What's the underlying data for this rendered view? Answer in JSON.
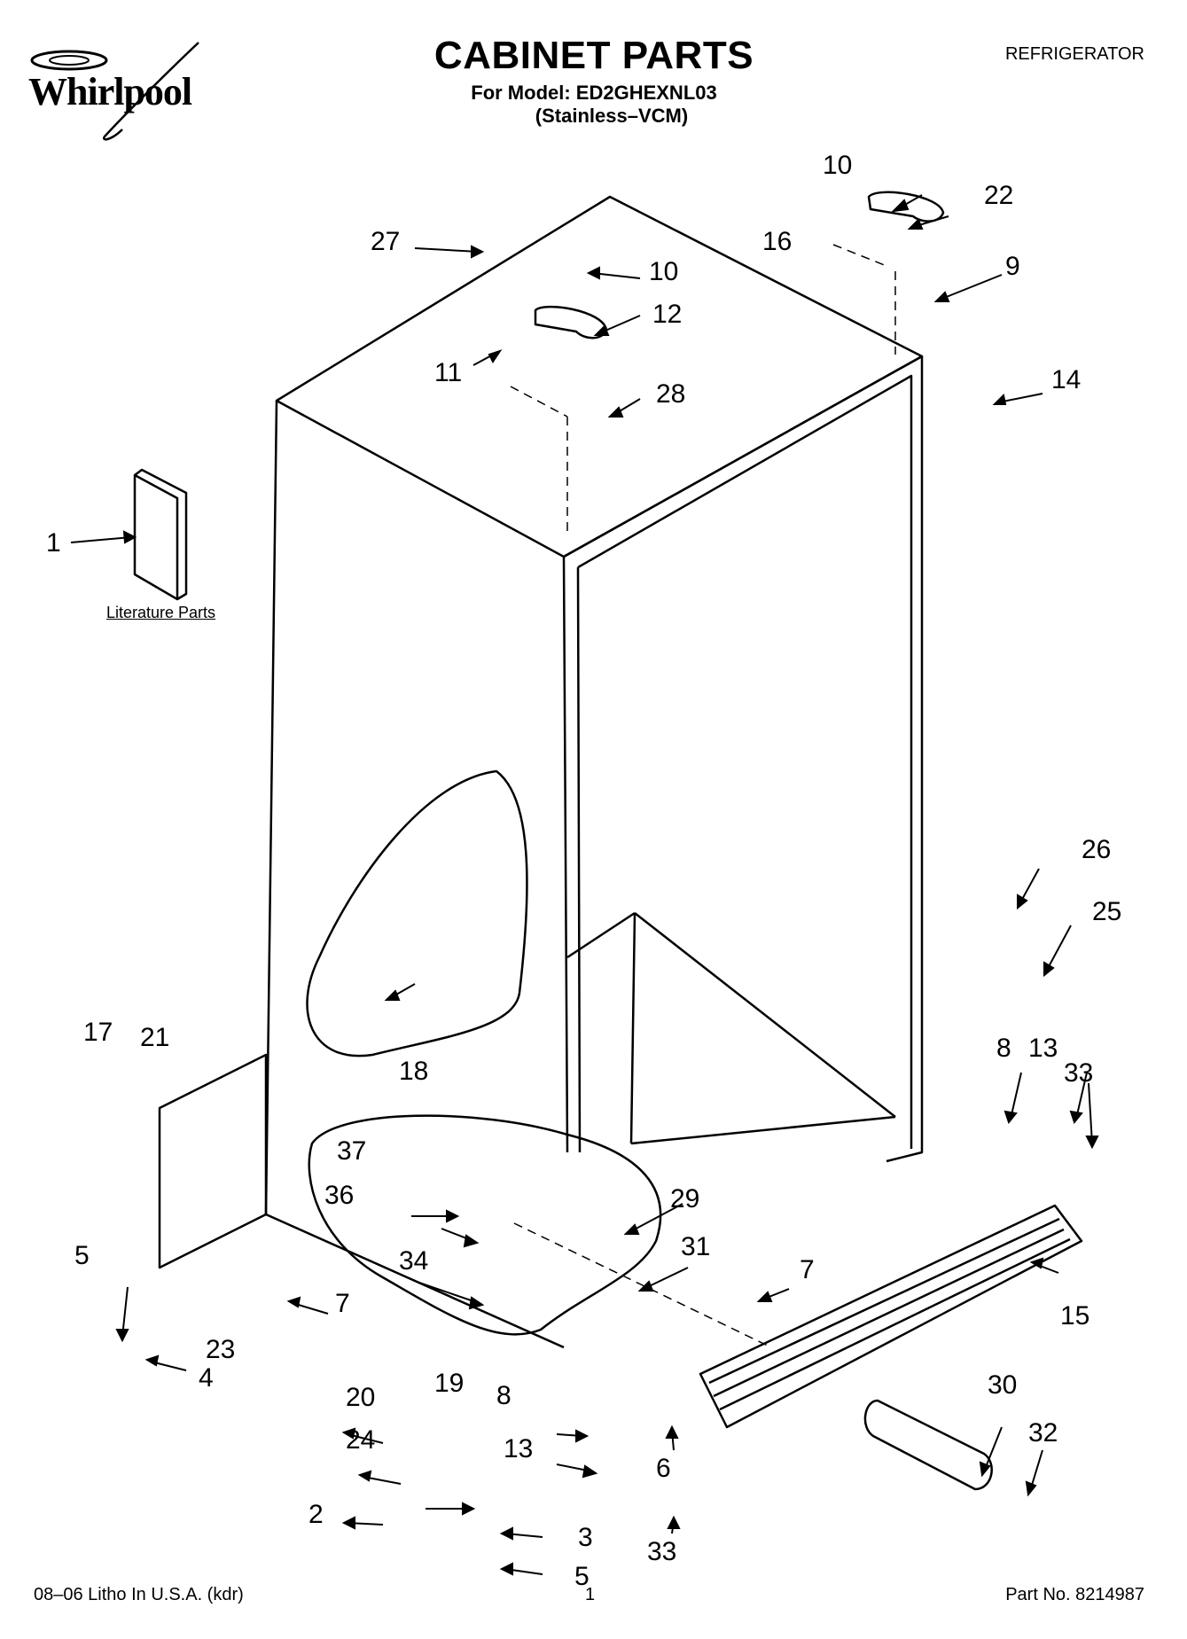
{
  "header": {
    "brand": "Whirlpool",
    "title": "CABINET PARTS",
    "model_line": "For Model: ED2GHEXNL03",
    "variant": "(Stainless–VCM)",
    "category": "REFRIGERATOR"
  },
  "labels": {
    "literature_parts": "Literature Parts"
  },
  "callouts": [
    {
      "id": "c1",
      "text": "1"
    },
    {
      "id": "c2",
      "text": "2"
    },
    {
      "id": "c3",
      "text": "3"
    },
    {
      "id": "c4",
      "text": "4"
    },
    {
      "id": "c5a",
      "text": "5"
    },
    {
      "id": "c5b",
      "text": "5"
    },
    {
      "id": "c6",
      "text": "6"
    },
    {
      "id": "c7a",
      "text": "7"
    },
    {
      "id": "c7b",
      "text": "7"
    },
    {
      "id": "c8a",
      "text": "8"
    },
    {
      "id": "c8b",
      "text": "8"
    },
    {
      "id": "c9",
      "text": "9"
    },
    {
      "id": "c10a",
      "text": "10"
    },
    {
      "id": "c10b",
      "text": "10"
    },
    {
      "id": "c11",
      "text": "11"
    },
    {
      "id": "c12",
      "text": "12"
    },
    {
      "id": "c13a",
      "text": "13"
    },
    {
      "id": "c13b",
      "text": "13"
    },
    {
      "id": "c14",
      "text": "14"
    },
    {
      "id": "c15",
      "text": "15"
    },
    {
      "id": "c16",
      "text": "16"
    },
    {
      "id": "c17",
      "text": "17"
    },
    {
      "id": "c18",
      "text": "18"
    },
    {
      "id": "c19",
      "text": "19"
    },
    {
      "id": "c20",
      "text": "20"
    },
    {
      "id": "c21",
      "text": "21"
    },
    {
      "id": "c22",
      "text": "22"
    },
    {
      "id": "c23",
      "text": "23"
    },
    {
      "id": "c24",
      "text": "24"
    },
    {
      "id": "c25",
      "text": "25"
    },
    {
      "id": "c26",
      "text": "26"
    },
    {
      "id": "c27",
      "text": "27"
    },
    {
      "id": "c28",
      "text": "28"
    },
    {
      "id": "c29",
      "text": "29"
    },
    {
      "id": "c30",
      "text": "30"
    },
    {
      "id": "c31",
      "text": "31"
    },
    {
      "id": "c32",
      "text": "32"
    },
    {
      "id": "c33a",
      "text": "33"
    },
    {
      "id": "c33b",
      "text": "33"
    },
    {
      "id": "c34",
      "text": "34"
    },
    {
      "id": "c36",
      "text": "36"
    },
    {
      "id": "c37",
      "text": "37"
    }
  ],
  "footer": {
    "left": "08–06 Litho In U.S.A. (kdr)",
    "page": "1",
    "part_no": "Part No. 8214987"
  }
}
